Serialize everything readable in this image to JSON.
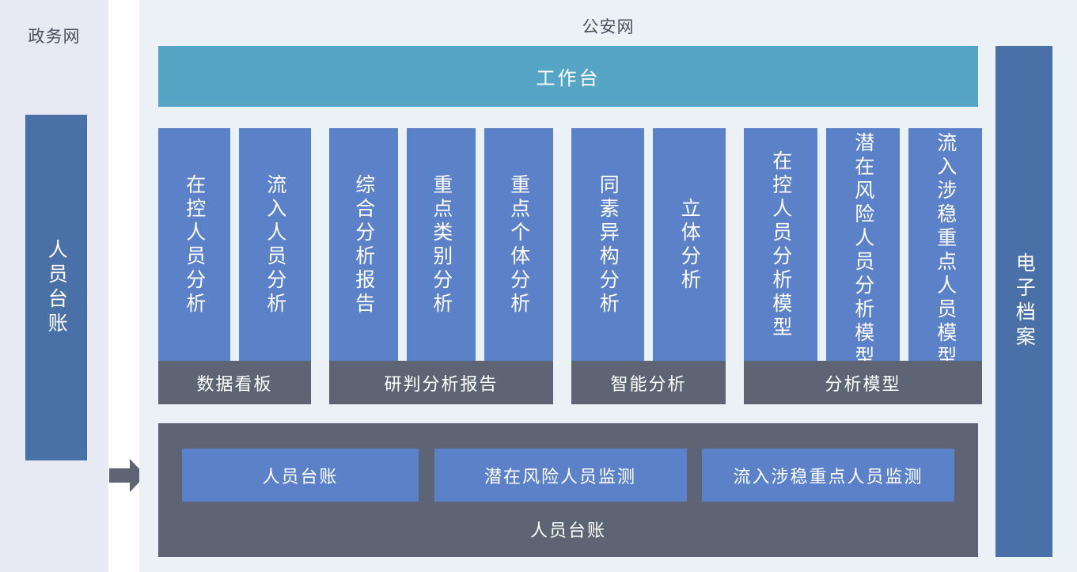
{
  "left_network": {
    "title": "政务网",
    "ledger_bar_label": "人员台账"
  },
  "flow_arrow": {
    "icon": "right-arrow-icon"
  },
  "main_network": {
    "title": "公安网",
    "workbench_label": "工作台",
    "groups": [
      {
        "key": "dashboard",
        "footer_label": "数据看板",
        "cards": [
          "在控人员分析",
          "流入人员分析"
        ]
      },
      {
        "key": "report",
        "footer_label": "研判分析报告",
        "cards": [
          "综合分析报告",
          "重点类别分析",
          "重点个体分析"
        ]
      },
      {
        "key": "intelligent",
        "footer_label": "智能分析",
        "cards": [
          "同素异构分析",
          "立体分析"
        ]
      },
      {
        "key": "model",
        "footer_label": "分析模型",
        "cards": [
          "在控人员分析模型",
          "潜在风险人员分析模型",
          "流入涉稳重点人员模型"
        ]
      }
    ],
    "ledger_panel": {
      "label": "人员台账",
      "cards": [
        "人员台账",
        "潜在风险人员监测",
        "流入涉稳重点人员监测"
      ]
    }
  },
  "right_network": {
    "archive_bar_label": "电子档案"
  },
  "colors": {
    "card_blue": "#5B82C8",
    "sidebar_blue": "#4A70A8",
    "banner_teal": "#56A5C6",
    "footer_gray": "#5D6575",
    "left_panel_bg": "#E7EAF3",
    "main_panel_bg": "#EAF2F5",
    "title_text": "#4A4F5C"
  }
}
